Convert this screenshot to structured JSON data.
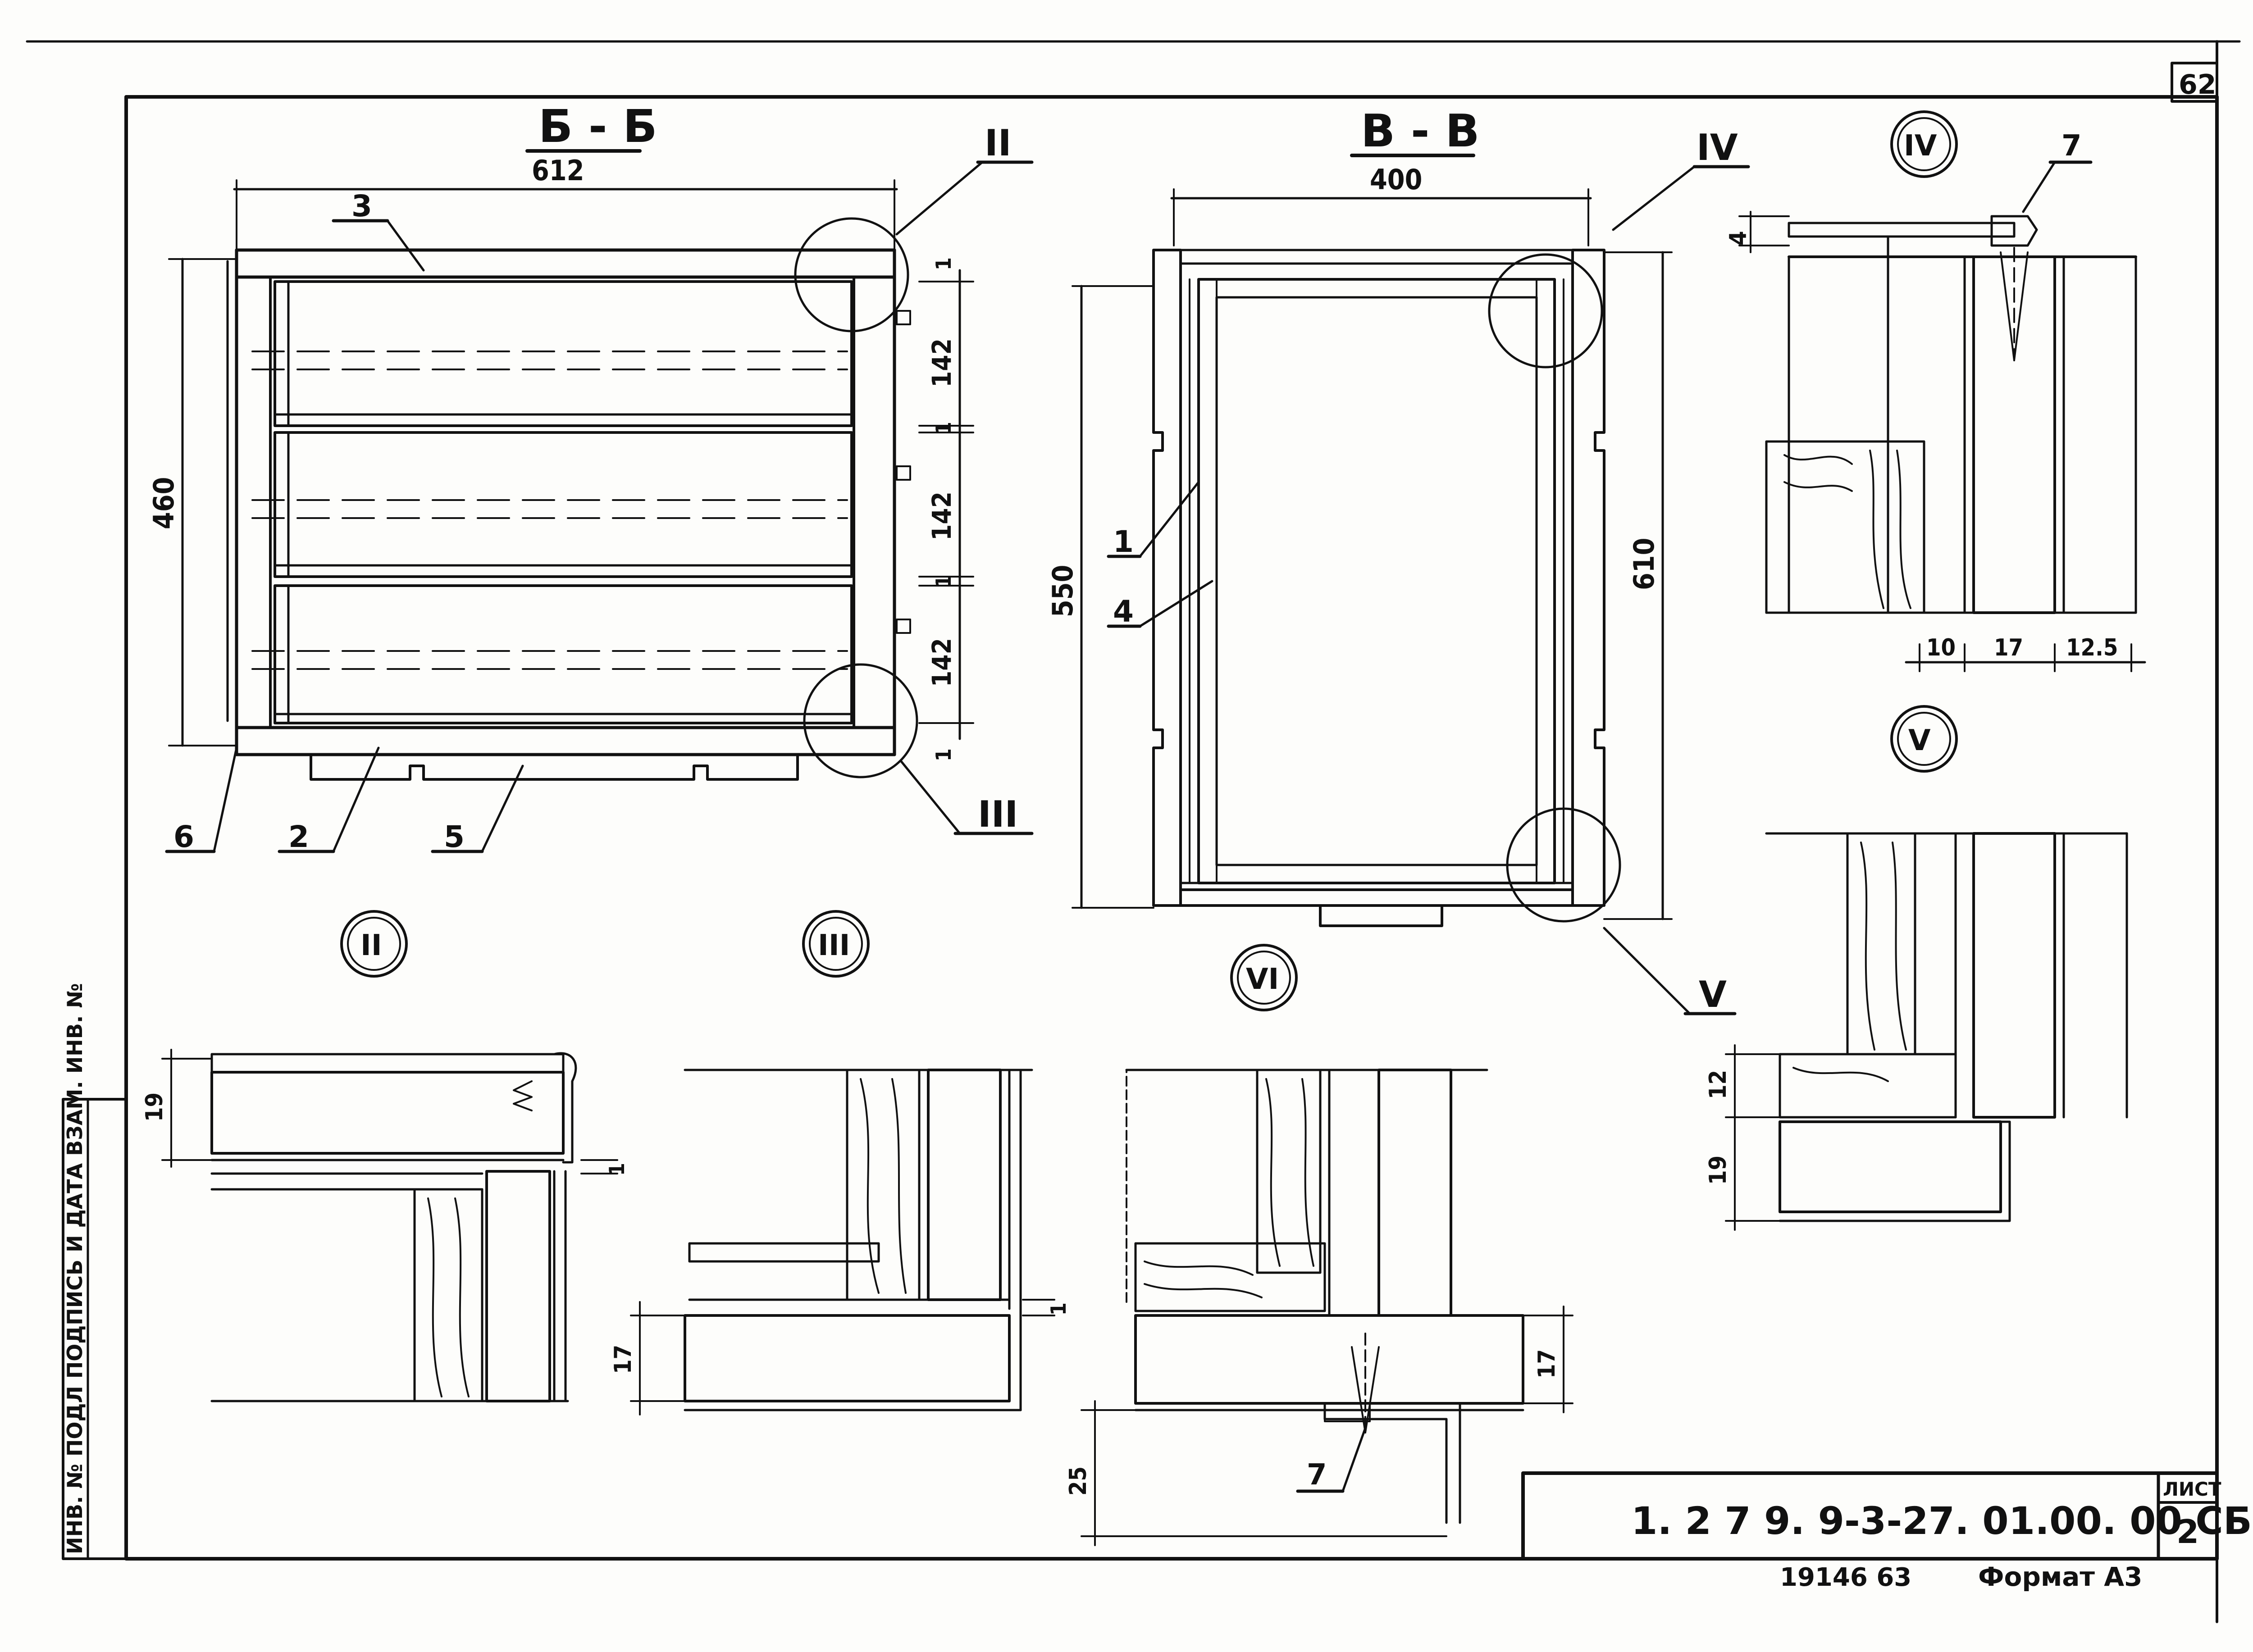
{
  "sheet": {
    "corner_number": "62",
    "designation": "1. 2 7 9. 9-3-27. 01.00. 00 СБ",
    "sheet_label": "ЛИСТ",
    "sheet_number": "2",
    "bottom_note": "19146   63",
    "format": "Формат А3",
    "side_stamp": "ИНВ. № ПОДЛ  ПОДПИСЬ И ДАТА  ВЗАМ. ИНВ. №"
  },
  "views": {
    "section_bb": {
      "title": "Б - Б",
      "width": "612",
      "height": "460",
      "shelf_pitch": [
        "142",
        "142",
        "142"
      ],
      "gap": "1",
      "callouts": [
        "II",
        "III"
      ],
      "parts": [
        "3",
        "6",
        "2",
        "5"
      ]
    },
    "section_vv": {
      "title": "В - В",
      "width": "400",
      "height_inner": "550",
      "height_outer": "610",
      "callouts": [
        "IV",
        "V"
      ],
      "parts": [
        "1",
        "4"
      ]
    },
    "detail_iv": {
      "title": "IV",
      "part": "7",
      "dims": [
        "4",
        "10",
        "17",
        "12.5"
      ]
    },
    "detail_v": {
      "title": "V",
      "dims": [
        "12",
        "19"
      ]
    },
    "detail_ii": {
      "title": "II",
      "dims": [
        "19",
        "1"
      ]
    },
    "detail_iii": {
      "title": "III",
      "dims": [
        "17",
        "1"
      ]
    },
    "detail_vi": {
      "title": "VI",
      "part": "7",
      "dims": [
        "17",
        "25"
      ]
    }
  }
}
